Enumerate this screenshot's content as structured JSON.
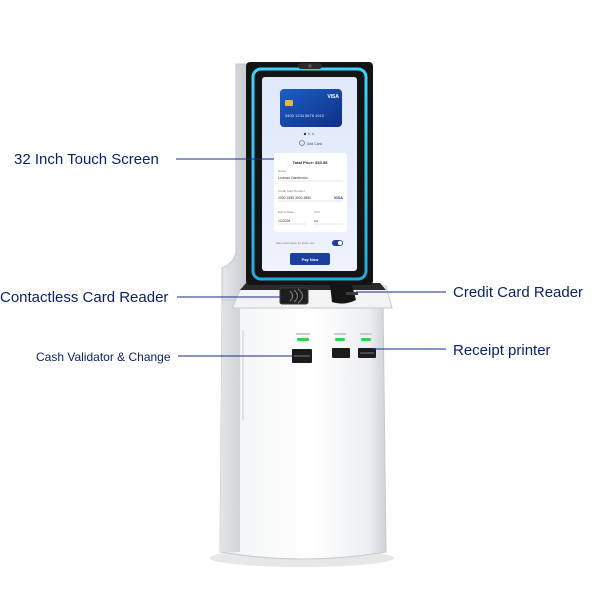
{
  "callouts": {
    "screen": "32 Inch Touch Screen",
    "contactless": "Contactless Card Reader",
    "cash": "Cash Validator & Change",
    "credit": "Credit Card Reader",
    "receipt": "Receipt printer"
  },
  "screen_ui": {
    "card_brand": "VISA",
    "card_number": "3400 1234 5678 1910",
    "add_card": "Add Card",
    "total_price": "Total Price: $30.55",
    "name_label": "Name",
    "name_value": "Lorenzo Dambrosio",
    "card_number_label": "Credit Card Number",
    "card_number_value": "2000 1555 3000 3890",
    "card_brand_small": "VISA",
    "expiry_label": "Expiry Date",
    "expiry_value": "12/2026",
    "cvv_label": "CVV",
    "cvv_value": "•••",
    "save_info_label": "Save information for future use",
    "pay_button": "Pay Now"
  },
  "colors": {
    "label": "#0a1f6b",
    "leader_line": "#1a2a8a",
    "screen_glow": "#28c4ee",
    "screen_bezel": "#141414",
    "indicator_green": "#38d24a",
    "pay_button": "#1b3f9c"
  }
}
